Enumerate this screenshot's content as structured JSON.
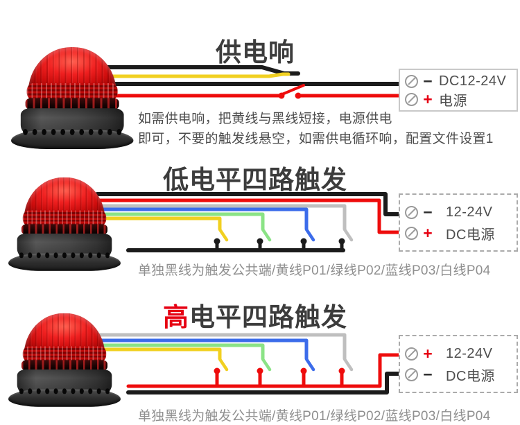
{
  "colors": {
    "wire_black": "#1b1b1b",
    "wire_red": "#ee0c0c",
    "wire_yellow": "#f1d021",
    "wire_green": "#8be386",
    "wire_blue": "#3c6cea",
    "wire_gray": "#bfbfbf",
    "title_dark": "#3c3c3c",
    "title_red": "#e60012",
    "caption_gray": "#8f8f8f",
    "caption_dark": "#4d4d4d",
    "terminal_border_solid": "#c9c9c9",
    "terminal_border_dashed": "#ababab"
  },
  "sections": [
    {
      "title": "供电响",
      "caption_line1": "如需供电响，把黄线与黑线短接，电源供电",
      "caption_line2": "即可，不要的触发线悬空，如需供电循环响，配置文件设置1",
      "terminal": {
        "rows": [
          {
            "sign": "−",
            "label": "DC12-24V"
          },
          {
            "sign": "+",
            "label": "电源"
          }
        ]
      }
    },
    {
      "title": "低电平四路触发",
      "caption": "单独黑线为触发公共端/黄线P01/绿线P02/蓝线P03/白线P04",
      "terminal": {
        "rows": [
          {
            "sign": "−",
            "label": "12-24V"
          },
          {
            "sign": "+",
            "label": "DC电源"
          }
        ]
      }
    },
    {
      "title_prefix": "高",
      "title_rest": "电平四路触发",
      "caption": "单独黑线为触发公共端/黄线P01/绿线P02/蓝线P03/白线P04",
      "terminal": {
        "rows": [
          {
            "sign": "+",
            "label": "12-24V"
          },
          {
            "sign": "−",
            "label": "DC电源"
          }
        ]
      }
    }
  ]
}
